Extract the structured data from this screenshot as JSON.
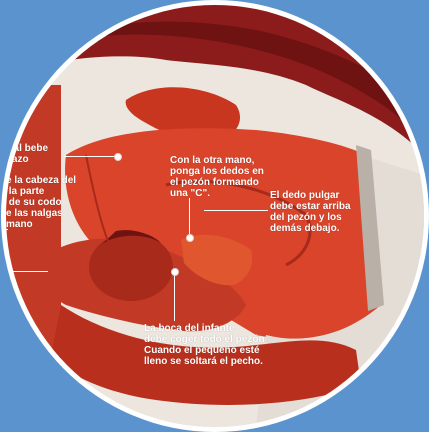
{
  "colors": {
    "background": "#5b93cf",
    "frame": "#ffffff",
    "skin_primary": "#d9442a",
    "skin_shadow": "#a72a1b",
    "hair": "#8c1c1c",
    "clothing": "#e8e2dc"
  },
  "labels": {
    "baby_arm": ". al bebe\nrazo",
    "head_support": "e la cabeza del\n la parte\n de su codo\ne las nalgas\nmano",
    "other_hand": "Con la otra mano,\nponga los dedos en\nel pezón formando\nuna \"C\".",
    "thumb": "El dedo pulgar\ndebe estar arriba\ndel pezón y los\ndemás debajo.",
    "baby_mouth": "La boca del infante\ndebe coger todo el pezón\nCuando el pequeño esté\nlleno se soltará el pecho."
  }
}
